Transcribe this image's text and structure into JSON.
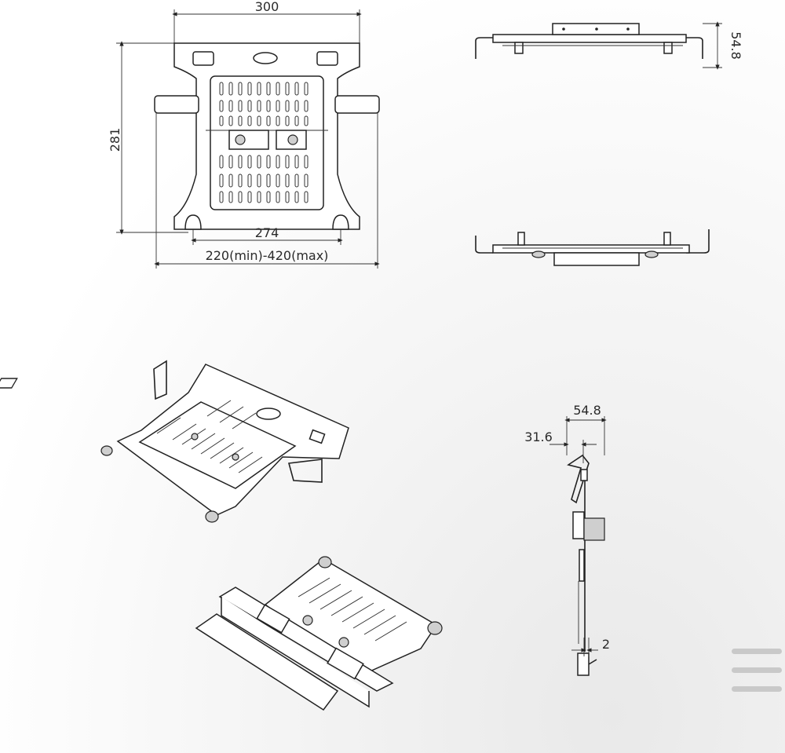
{
  "dimensions": {
    "front_width": "300",
    "front_height": "281",
    "inner_width": "274",
    "adjust_range": "220(min)-420(max)",
    "side_height": "54.8",
    "profile_total": "54.8",
    "profile_offset": "31.6",
    "profile_thickness": "2"
  },
  "menu": {
    "icon": "hamburger-menu-icon"
  }
}
